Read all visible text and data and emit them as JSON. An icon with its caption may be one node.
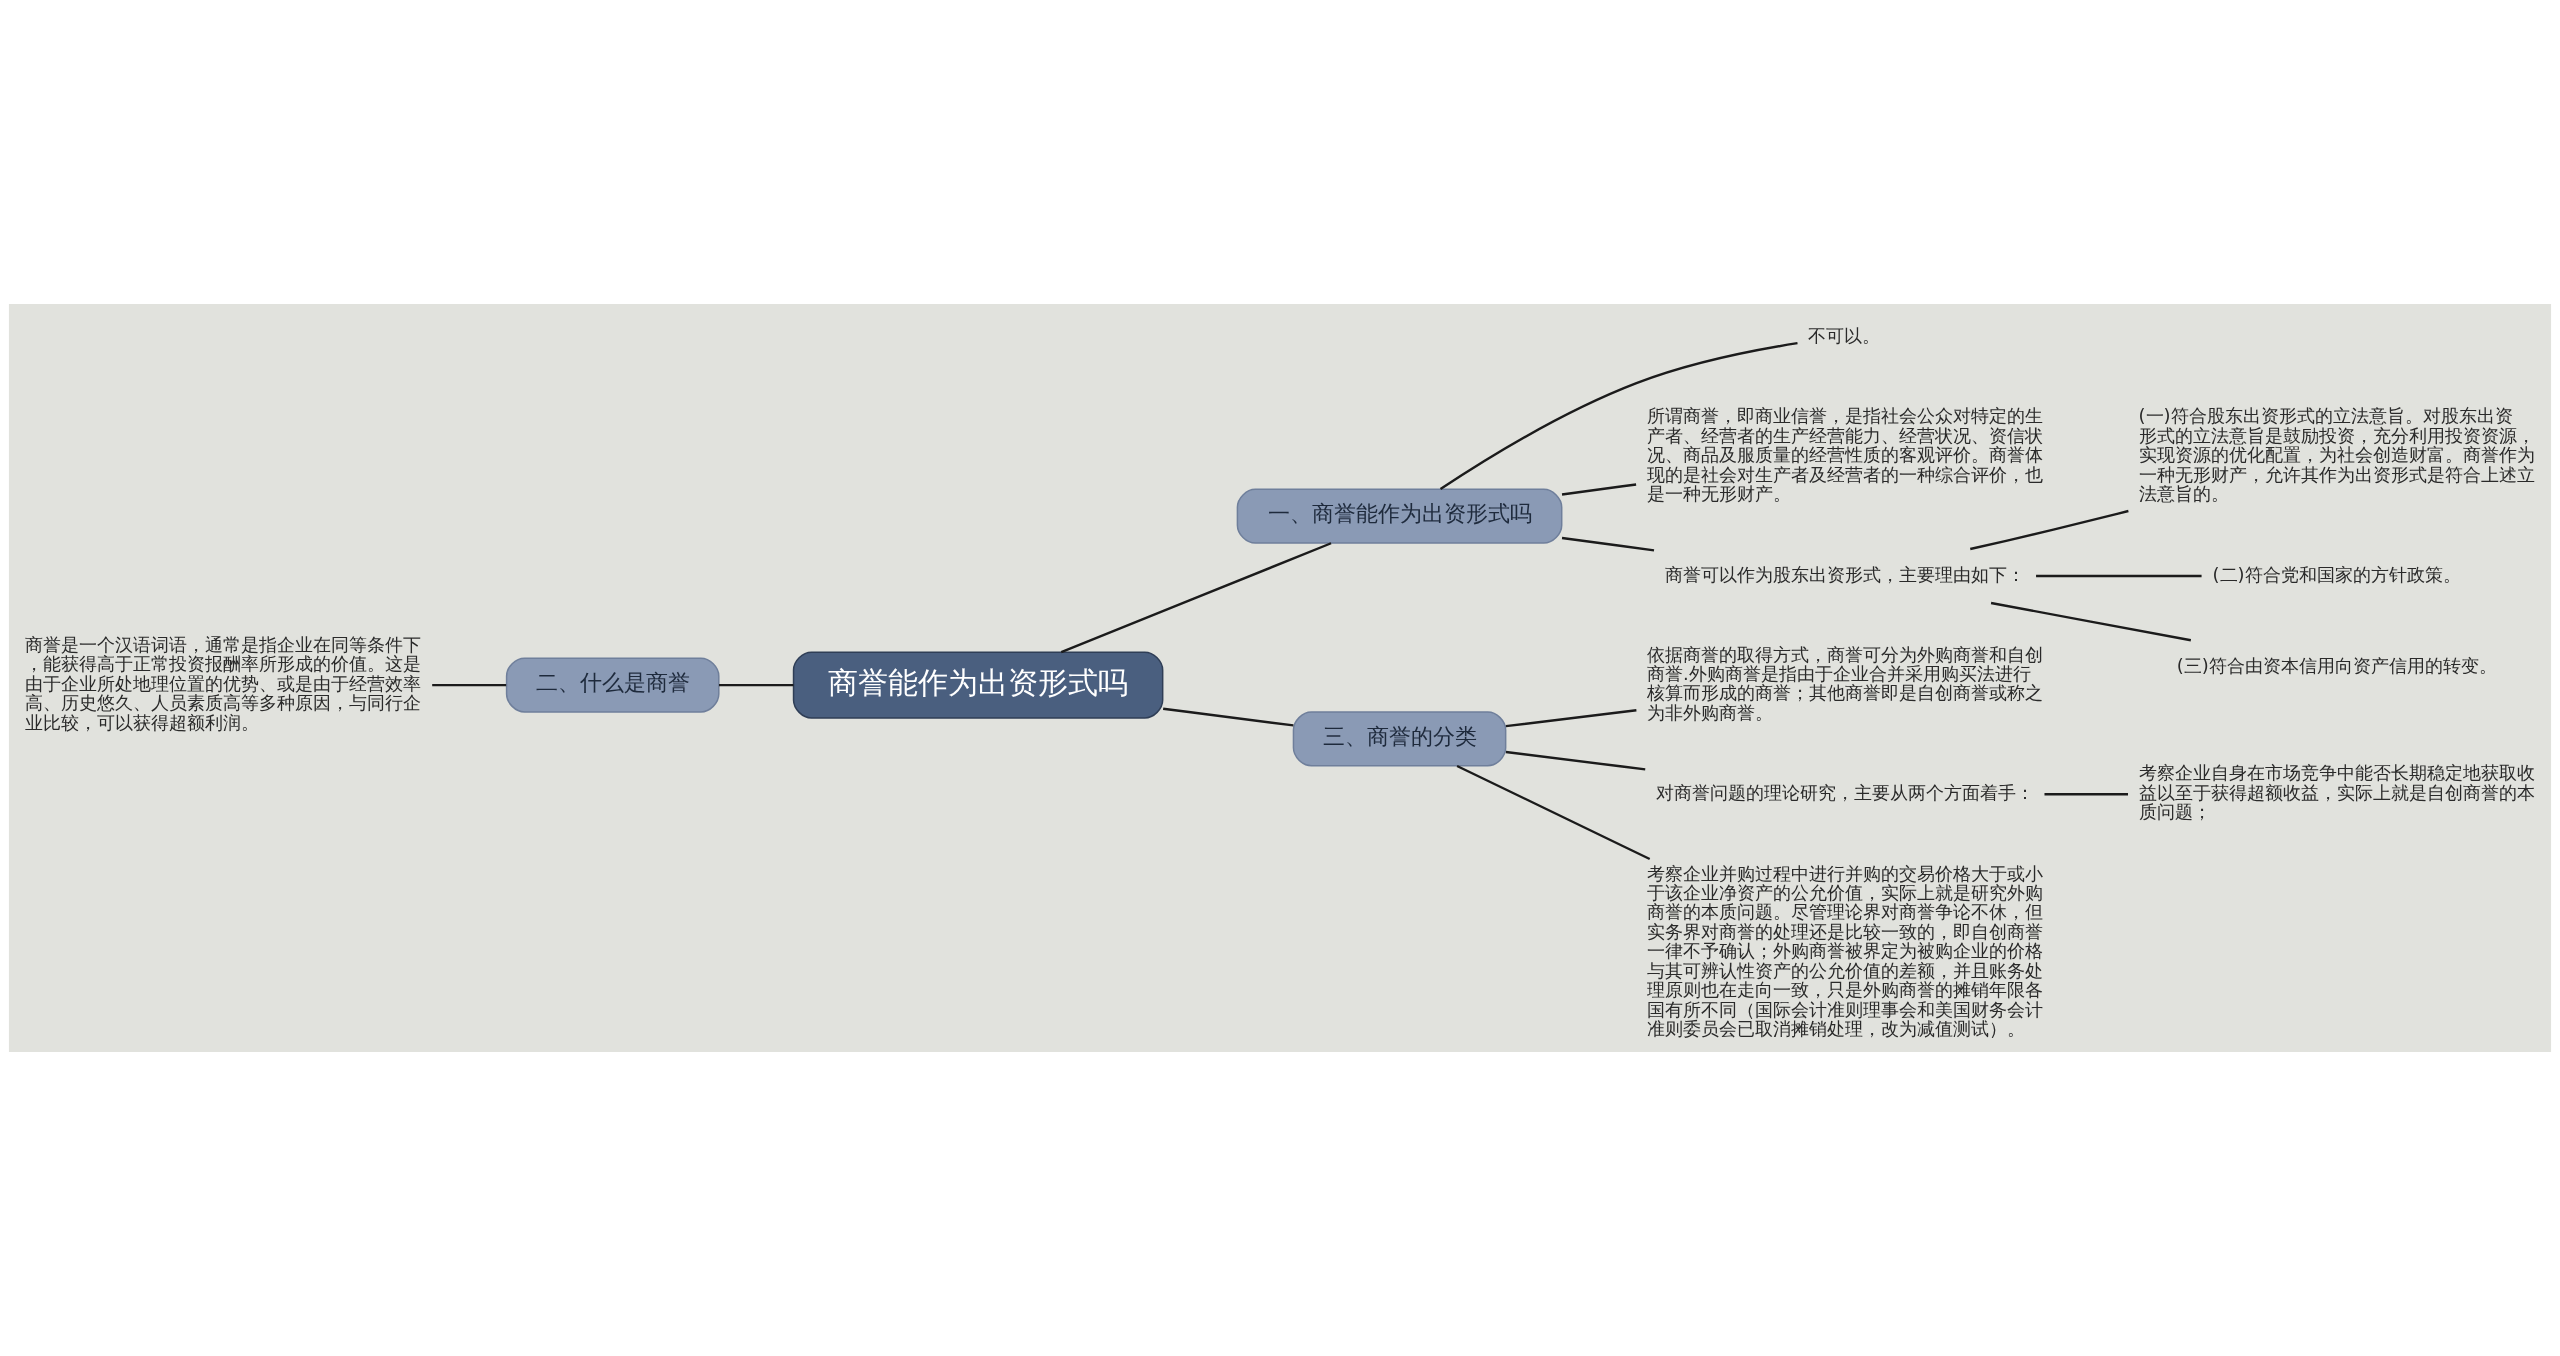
{
  "diagram": {
    "nodes": [
      {
        "text": [
          "商誉能作为出资形式吗"
        ]
      },
      {
        "text": [
          "一、商誉能作为出资形式吗"
        ]
      },
      {
        "text": [
          "不可以。"
        ]
      },
      {
        "text": [
          "所谓商誉，即商业信誉，是指社会公众对特定的生产者、经营者的生产经营能力、经营状况、资信状况、商品及服质量的经营性质的客观评价。商誉体现的是社会对生产者及经营者的一种综合评价，也是一种无形财产。"
        ]
      },
      {
        "text": [
          "商誉可以作为股东出资形式，主要理由如下："
        ]
      },
      {
        "text": [
          "(一)符合股东出资形式的立法意旨。对股东出资形式的立法意旨是鼓励投资，充分利用投资资源，实现资源的优化配置，为社会创造财富。商誉作为一种无形财产，允许其作为出资形式是符合上述立法意旨的。"
        ]
      },
      {
        "text": [
          "(二)符合党和国家的方针政策。"
        ]
      },
      {
        "text": [
          "(三)符合由资本信用向资产信用的转变。"
        ]
      },
      {
        "text": [
          "二、什么是商誉"
        ]
      },
      {
        "text": [
          "商誉是一个汉语词语，通常是指企业在同等条件下，能获得高于正常投资报酬率所形成的价值。这是由于企业所处地理位置的优势、或是由于经营效率高、历史悠久、人员素质高等多种原因，与同行企业比较，可以获得超额利润。"
        ]
      },
      {
        "text": [
          "三、商誉的分类"
        ]
      },
      {
        "text": [
          "依据商誉的取得方式，商誉可分为外购商誉和自创商誉.外购商誉是指由于企业合并采用购买法进行核算而形成的商誉；其他商誉即是自创商誉或称之为非外购商誉。"
        ]
      },
      {
        "text": [
          "对商誉问题的理论研究，主要从两个方面着手："
        ]
      },
      {
        "text": [
          "考察企业自身在市场竞争中能否长期稳定地获取收益以至于获得超额收益，实际上就是自创商誉的本质问题；"
        ]
      },
      {
        "text": [
          "考察企业并购过程中进行并购的交易价格大于或小于该企业净资产的公允价值，实际上就是研究外购商誉的本质问题。尽管理论界对商誉争论不休，但实务界对商誉的处理还是比较一致的，即自创商誉一律不予确认；外购商誉被界定为被购企业的价格与其可辨认性资产的公允价值的差额，并且账务处理原则也在走向一致，只是外购商誉的摊销年限各国有所不同（国际会计准则理事会和美国财务会计准则委员会已取消摊销处理，改为减值测试）。"
        ]
      }
    ],
    "edges": [
      {
        "from": 0,
        "to": 1,
        "arrow": "none"
      },
      {
        "from": 1,
        "to": 2,
        "arrow": "none"
      },
      {
        "from": 1,
        "to": 3,
        "arrow": "none"
      },
      {
        "from": 1,
        "to": 4,
        "arrow": "none"
      },
      {
        "from": 4,
        "to": 5,
        "arrow": "none"
      },
      {
        "from": 4,
        "to": 6,
        "arrow": "none"
      },
      {
        "from": 4,
        "to": 7,
        "arrow": "none"
      },
      {
        "from": 0,
        "to": 8,
        "arrow": "none"
      },
      {
        "from": 8,
        "to": 9,
        "arrow": "none"
      },
      {
        "from": 0,
        "to": 10,
        "arrow": "none"
      },
      {
        "from": 10,
        "to": 11,
        "arrow": "none"
      },
      {
        "from": 10,
        "to": 12,
        "arrow": "none"
      },
      {
        "from": 12,
        "to": 13,
        "arrow": "none"
      },
      {
        "from": 10,
        "to": 14,
        "arrow": "none"
      }
    ]
  }
}
